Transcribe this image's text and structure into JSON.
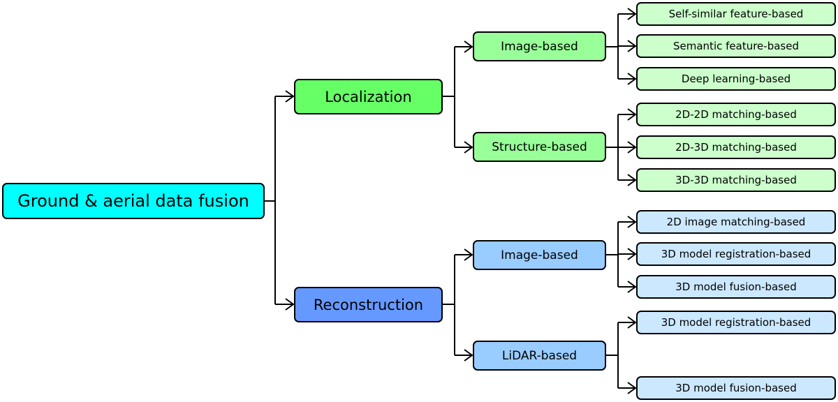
{
  "colors": {
    "root": "#00ffff",
    "localization": "#66ff66",
    "localization_sub": "#99ff99",
    "localization_leaf": "#ccffcc",
    "reconstruction": "#6699ff",
    "reconstruction_sub": "#99ccff",
    "reconstruction_leaf": "#cce8ff",
    "line": "#000000"
  },
  "root": {
    "label": "Ground & aerial data fusion"
  },
  "localization": {
    "label": "Localization",
    "image_based": {
      "label": "Image-based",
      "leaves": [
        "Self-similar feature-based",
        "Semantic feature-based",
        "Deep learning-based"
      ]
    },
    "structure_based": {
      "label": "Structure-based",
      "leaves": [
        "2D-2D matching-based",
        "2D-3D matching-based",
        "3D-3D matching-based"
      ]
    }
  },
  "reconstruction": {
    "label": "Reconstruction",
    "image_based": {
      "label": "Image-based",
      "leaves": [
        "2D image matching-based",
        "3D model registration-based",
        "3D model fusion-based"
      ]
    },
    "lidar_based": {
      "label": "LiDAR-based",
      "leaves": [
        "3D model registration-based",
        "3D model fusion-based"
      ]
    }
  }
}
